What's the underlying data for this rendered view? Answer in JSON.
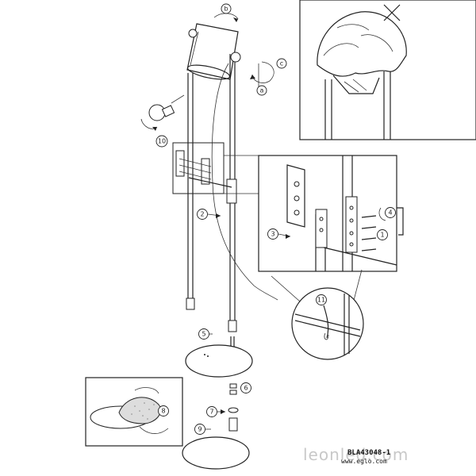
{
  "labels": {
    "a": "a",
    "b": "b",
    "c": "c"
  },
  "steps": {
    "s1": "1",
    "s2": "2",
    "s3": "3",
    "s4": "4",
    "s5": "5",
    "s6": "6",
    "s7": "7",
    "s8": "8",
    "s9": "9",
    "s10": "10",
    "s11": "11"
  },
  "footer": {
    "model_code": "BLA43048-1",
    "website": "www.eglo.com"
  },
  "watermark": "leonled.com"
}
